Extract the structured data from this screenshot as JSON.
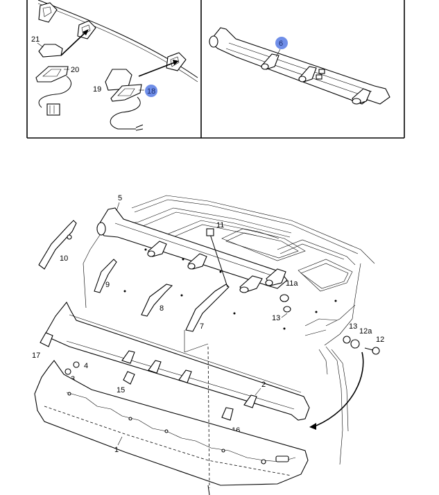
{
  "callouts": {
    "c1": "1",
    "c2": "2",
    "c3": "3",
    "c4": "4",
    "c5": "5",
    "c6": "6",
    "c7": "7",
    "c8": "8",
    "c9": "9",
    "c10": "10",
    "c11": "11",
    "c11a": "11a",
    "c12": "12",
    "c12a": "12a",
    "c13a": "13",
    "c13b": "13",
    "c15": "15",
    "c16": "16",
    "c17": "17",
    "c18": "18",
    "c19": "19",
    "c20": "20",
    "c21": "21"
  },
  "colors": {
    "highlight": "#6f8ee8",
    "line": "#000000",
    "panel_fill": "#ffffff"
  },
  "highlighted_parts": [
    "6",
    "18"
  ]
}
